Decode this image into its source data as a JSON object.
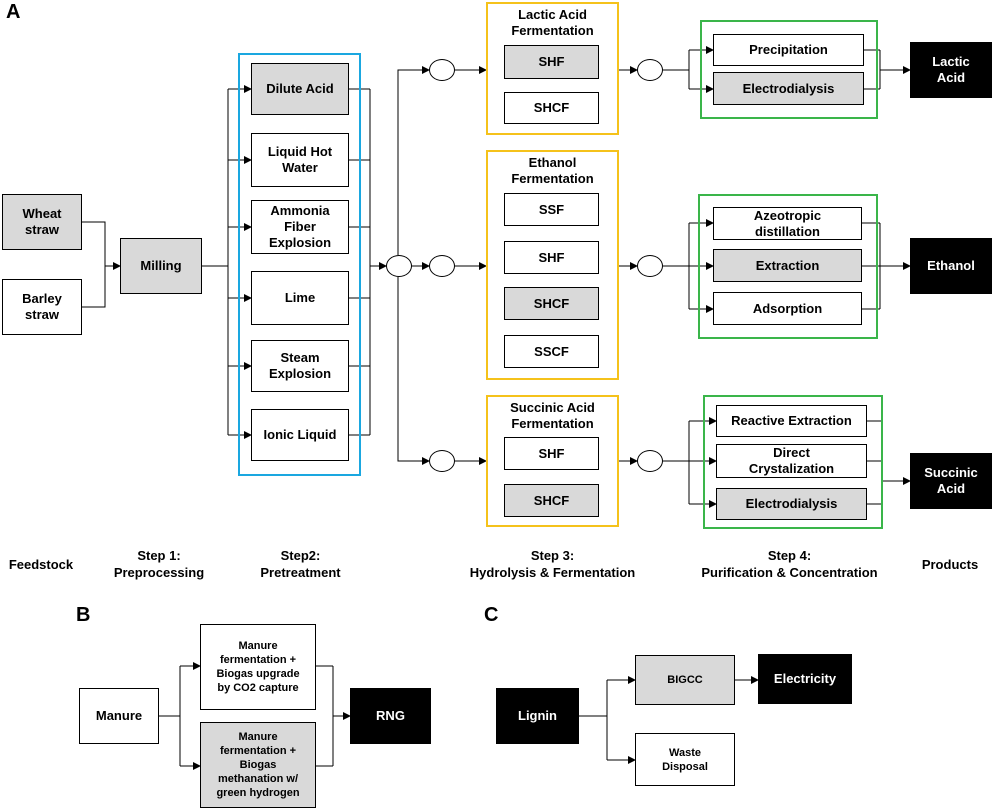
{
  "panels": {
    "a": "A",
    "b": "B",
    "c": "C"
  },
  "feedstock": {
    "wheat": "Wheat\nstraw",
    "barley": "Barley\nstraw"
  },
  "milling": "Milling",
  "pretreatment": {
    "dilute_acid": "Dilute Acid",
    "liquid_hot_water": "Liquid Hot\nWater",
    "ammonia": "Ammonia\nFiber\nExplosion",
    "lime": "Lime",
    "steam": "Steam\nExplosion",
    "ionic": "Ionic Liquid"
  },
  "lactic": {
    "title": "Lactic Acid\nFermentation",
    "opt1": "SHF",
    "opt2": "SHCF"
  },
  "ethanol": {
    "title": "Ethanol\nFermentation",
    "opt1": "SSF",
    "opt2": "SHF",
    "opt3": "SHCF",
    "opt4": "SSCF"
  },
  "succinic": {
    "title": "Succinic Acid\nFermentation",
    "opt1": "SHF",
    "opt2": "SHCF"
  },
  "purif_lactic": {
    "opt1": "Precipitation",
    "opt2": "Electrodialysis"
  },
  "purif_ethanol": {
    "opt1": "Azeotropic\ndistillation",
    "opt2": "Extraction",
    "opt3": "Adsorption"
  },
  "purif_succinic": {
    "opt1": "Reactive Extraction",
    "opt2": "Direct\nCrystalization",
    "opt3": "Electrodialysis"
  },
  "products": {
    "lactic": "Lactic\nAcid",
    "ethanol": "Ethanol",
    "succinic": "Succinic\nAcid"
  },
  "steps": {
    "feedstock": "Feedstock",
    "step1": "Step 1:\nPreprocessing",
    "step2": "Step2:\nPretreatment",
    "step3": "Step 3:\nHydrolysis & Fermentation",
    "step4": "Step 4:\nPurification & Concentration",
    "products": "Products"
  },
  "panel_b": {
    "manure": "Manure",
    "opt1": "Manure\nfermentation +\nBiogas upgrade\nby CO2 capture",
    "opt2": "Manure\nfermentation +\nBiogas\nmethanation w/\ngreen hydrogen",
    "rng": "RNG"
  },
  "panel_c": {
    "lignin": "Lignin",
    "bigcc": "BIGCC",
    "waste": "Waste\nDisposal",
    "electricity": "Electricity"
  }
}
